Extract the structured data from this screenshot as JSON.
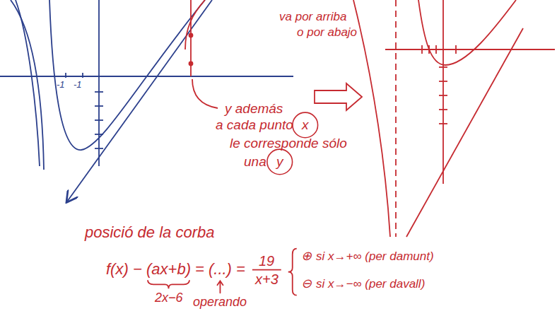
{
  "diagram": {
    "labels": [
      "va por arriba",
      "o por abajo",
      "-1",
      "-1",
      "y además",
      "a cada punto",
      "x",
      "le corresponde sólo",
      "una",
      "y",
      "posició de la corba",
      "f(x) −",
      "(ax+b)",
      "= (...) =",
      "19",
      "x+3",
      "2x−6",
      "operando",
      "⊕",
      "si x→+∞ (per damunt)",
      "⊖",
      "si x→−∞ (per davall)"
    ]
  }
}
